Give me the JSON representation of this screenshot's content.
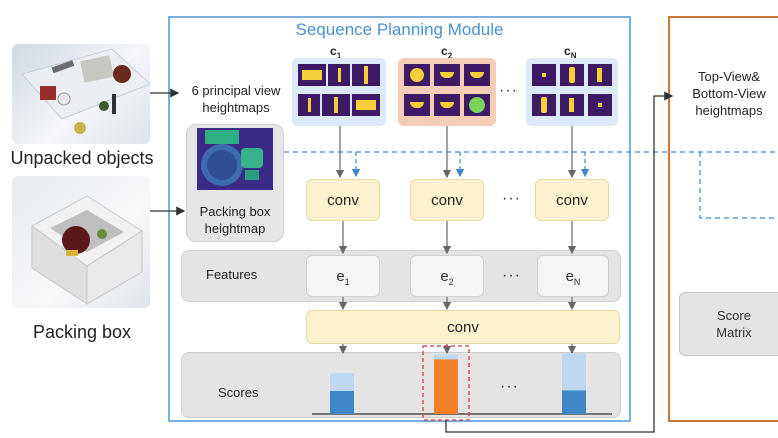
{
  "module": {
    "title": "Sequence Planning Module"
  },
  "inputs": {
    "unpacked_label": "Unpacked objects",
    "box_label": "Packing box"
  },
  "principal_view_label_line1": "6 principal view",
  "principal_view_label_line2": "heightmaps",
  "packing_box_heightmap_line1": "Packing box",
  "packing_box_heightmap_line2": "heightmap",
  "candidates": [
    {
      "label": "c",
      "sub": "1"
    },
    {
      "label": "c",
      "sub": "2"
    },
    {
      "label": "c",
      "sub": "N"
    }
  ],
  "ellipsis": "···",
  "conv_label": "conv",
  "features": {
    "label": "Features",
    "items": [
      {
        "label": "e",
        "sub": "1"
      },
      {
        "label": "e",
        "sub": "2"
      },
      {
        "label": "e",
        "sub": "N"
      }
    ]
  },
  "shared_conv_label": "conv",
  "scores": {
    "label": "Scores",
    "bars": [
      {
        "total": 0.66,
        "score": 0.37,
        "highlight": false
      },
      {
        "total": 0.96,
        "score": 0.88,
        "highlight": true
      },
      {
        "total": 0.98,
        "score": 0.38,
        "highlight": false
      }
    ]
  },
  "right_panel": {
    "title_line1": "Top-View&",
    "title_line2": "Bottom-View",
    "title_line3": "heightmaps",
    "score_matrix_line1": "Score",
    "score_matrix_line2": "Matrix"
  },
  "colors": {
    "module_border": "#7ab1dc",
    "right_border": "#c97a3a",
    "bar_light": "#bcd7ef",
    "bar_dark": "#3f87c8",
    "bar_highlight": "#f07f27",
    "highlight_light": "#bcd7ef",
    "dashed_blue": "#3f87c8",
    "dashed_red": "#d9363e"
  }
}
